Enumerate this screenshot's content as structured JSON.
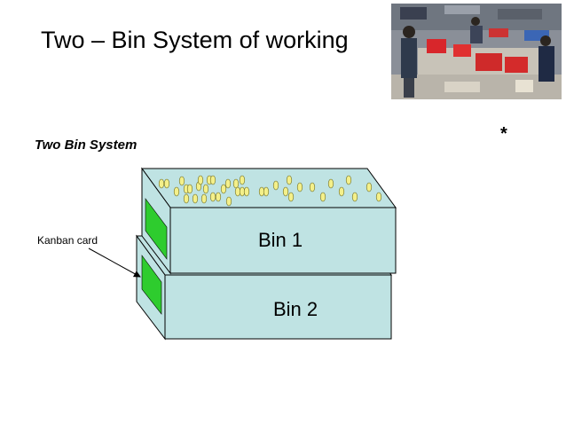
{
  "slide": {
    "title": "Two – Bin System of working",
    "subtitle": "Two Bin System",
    "asterisk": "*"
  },
  "diagram": {
    "kanban_label": "Kanban card",
    "bin1_label": "Bin 1",
    "bin2_label": "Bin 2",
    "colors": {
      "bin_fill": "#bfe3e3",
      "card_fill": "#2ecc2e",
      "part_fill": "#f4f08a"
    }
  },
  "photo": {
    "description_icon": "factory-workers-photo"
  }
}
